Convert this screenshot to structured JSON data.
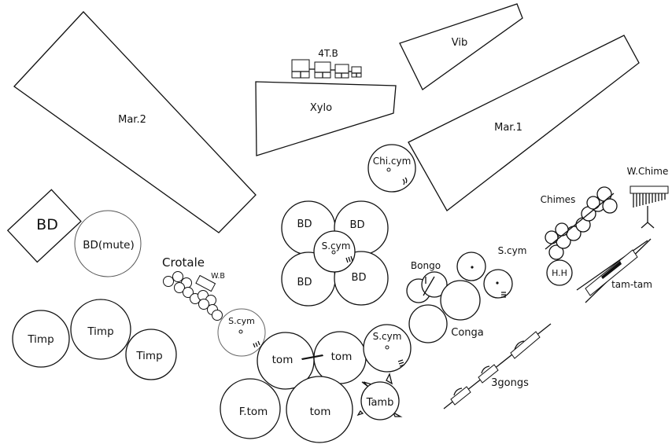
{
  "labels": {
    "mar2": "Mar.2",
    "tb4": "4T.B",
    "xylo": "Xylo",
    "vib": "Vib",
    "mar1": "Mar.1",
    "chicym": "Chi.cym",
    "wchime": "W.Chime",
    "chimes": "Chimes",
    "bd_box": "BD",
    "bd_mute": "BD(mute)",
    "bd1": "BD",
    "bd2": "BD",
    "bd3": "BD",
    "bd4": "BD",
    "scym_center": "S.cym",
    "crotale": "Crotale",
    "wb": "W.B",
    "bongo": "Bongo",
    "scym_right": "S.cym",
    "hh": "H.H",
    "tamtam": "tam-tam",
    "conga": "Conga",
    "timp1": "Timp",
    "timp2": "Timp",
    "timp3": "Timp",
    "scym_left": "S.cym",
    "tom1": "tom",
    "tom2": "tom",
    "scym_lower": "S.cym",
    "gongs": "3gongs",
    "ftom": "F.tom",
    "tom3": "tom",
    "tamb": "Tamb"
  },
  "colors": {
    "stroke": "#111111",
    "background": "#ffffff"
  }
}
